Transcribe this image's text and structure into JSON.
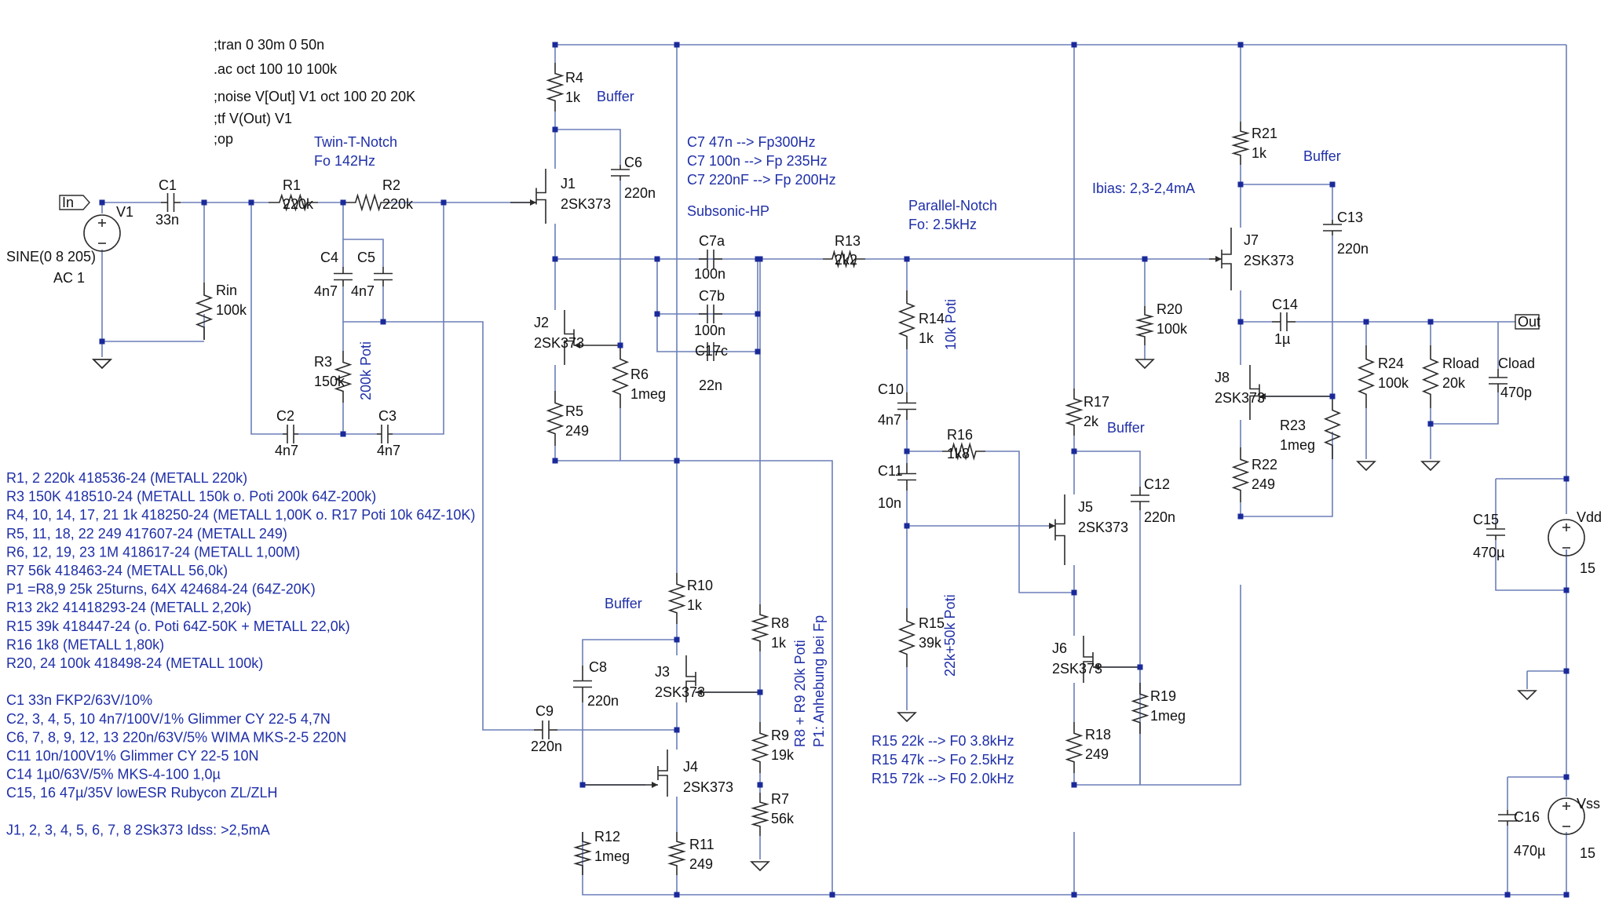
{
  "directives": [
    ";tran 0 30m 0 50n",
    ".ac oct 100 10 100k",
    ";noise V[Out] V1 oct 100 20 20K",
    ";tf V(Out) V1",
    ";op"
  ],
  "ports": {
    "in": "In",
    "out": "Out"
  },
  "sources": {
    "v1": {
      "name": "V1",
      "spec1": "SINE(0 8 205)",
      "spec2": "AC 1"
    },
    "vdd": {
      "name": "Vdd",
      "value": "15"
    },
    "vss": {
      "name": "Vss",
      "value": "15"
    }
  },
  "resistors": {
    "r1": {
      "name": "R1",
      "value": "220k"
    },
    "r2": {
      "name": "R2",
      "value": "220k"
    },
    "rin": {
      "name": "Rin",
      "value": "100k"
    },
    "r3": {
      "name": "R3",
      "value": "150k"
    },
    "r4": {
      "name": "R4",
      "value": "1k"
    },
    "r5": {
      "name": "R5",
      "value": "249"
    },
    "r6": {
      "name": "R6",
      "value": "1meg"
    },
    "r7": {
      "name": "R7",
      "value": "56k"
    },
    "r8": {
      "name": "R8",
      "value": "1k"
    },
    "r9": {
      "name": "R9",
      "value": "19k"
    },
    "r10": {
      "name": "R10",
      "value": "1k"
    },
    "r11": {
      "name": "R11",
      "value": "249"
    },
    "r12": {
      "name": "R12",
      "value": "1meg"
    },
    "r13": {
      "name": "R13",
      "value": "2k2"
    },
    "r14": {
      "name": "R14",
      "value": "1k"
    },
    "r15": {
      "name": "R15",
      "value": "39k"
    },
    "r16": {
      "name": "R16",
      "value": "1k8"
    },
    "r17": {
      "name": "R17",
      "value": "2k"
    },
    "r18": {
      "name": "R18",
      "value": "249"
    },
    "r19": {
      "name": "R19",
      "value": "1meg"
    },
    "r20": {
      "name": "R20",
      "value": "100k"
    },
    "r21": {
      "name": "R21",
      "value": "1k"
    },
    "r22": {
      "name": "R22",
      "value": "249"
    },
    "r23": {
      "name": "R23",
      "value": "1meg"
    },
    "r24": {
      "name": "R24",
      "value": "100k"
    },
    "rload": {
      "name": "Rload",
      "value": "20k"
    }
  },
  "capacitors": {
    "c1": {
      "name": "C1",
      "value": "33n"
    },
    "c2": {
      "name": "C2",
      "value": "4n7"
    },
    "c3": {
      "name": "C3",
      "value": "4n7"
    },
    "c4": {
      "name": "C4",
      "value": "4n7"
    },
    "c5": {
      "name": "C5",
      "value": "4n7"
    },
    "c6": {
      "name": "C6",
      "value": "220n"
    },
    "c7a": {
      "name": "C7a",
      "value": "100n"
    },
    "c7b": {
      "name": "C7b",
      "value": "100n"
    },
    "c17c": {
      "name": "C17c",
      "value": "22n"
    },
    "c8": {
      "name": "C8",
      "value": "220n"
    },
    "c9": {
      "name": "C9",
      "value": "220n"
    },
    "c10": {
      "name": "C10",
      "value": "4n7"
    },
    "c11": {
      "name": "C11",
      "value": "10n"
    },
    "c12": {
      "name": "C12",
      "value": "220n"
    },
    "c13": {
      "name": "C13",
      "value": "220n"
    },
    "c14": {
      "name": "C14",
      "value": "1µ"
    },
    "c15": {
      "name": "C15",
      "value": "470µ"
    },
    "c16": {
      "name": "C16",
      "value": "470µ"
    },
    "cload": {
      "name": "Cload",
      "value": "470p"
    }
  },
  "jfets": {
    "j1": {
      "name": "J1",
      "value": "2SK373"
    },
    "j2": {
      "name": "J2",
      "value": "2SK373"
    },
    "j3": {
      "name": "J3",
      "value": "2SK373"
    },
    "j4": {
      "name": "J4",
      "value": "2SK373"
    },
    "j5": {
      "name": "J5",
      "value": "2SK373"
    },
    "j6": {
      "name": "J6",
      "value": "2SK373"
    },
    "j7": {
      "name": "J7",
      "value": "2SK373"
    },
    "j8": {
      "name": "J8",
      "value": "2SK373"
    }
  },
  "annotations": {
    "twin_t": "Twin-T-Notch",
    "twin_t_fo": "Fo 142Hz",
    "buffer": "Buffer",
    "c7_1": "C7 47n --> Fp300Hz",
    "c7_2": "C7 100n --> Fp 235Hz",
    "c7_3": "C7 220nF --> Fp 200Hz",
    "subsonic": "Subsonic-HP",
    "parallel": "Parallel-Notch",
    "parallel_fo": "Fo: 2.5kHz",
    "ibias": "Ibias: 2,3-2,4mA",
    "poti_200k": "200k Poti",
    "poti_10k": "10k Poti",
    "poti_22k": "22k+50k Poti",
    "poti_r8r9": "R8 + R9 20k Poti",
    "p1": "P1: Anhebung bei Fp",
    "r15_1": "R15 22k --> F0 3.8kHz",
    "r15_2": "R15 47k --> Fo 2.5kHz",
    "r15_3": "R15 72k --> F0 2.0kHz"
  },
  "bom": [
    "R1, 2   220k  418536-24 (METALL 220k)",
    "R3   150K  418510-24  (METALL 150k o. Poti 200k 64Z-200k)",
    "R4, 10, 14, 17, 21    1k  418250-24  (METALL 1,00K o. R17 Poti 10k 64Z-10K)",
    "R5, 11, 18, 22    249  417607-24 (METALL 249)",
    "R6, 12, 19, 23    1M  418617-24 (METALL 1,00M)",
    "R7  56k  418463-24 (METALL 56,0k)",
    "P1 =R8,9  25k  25turns, 64X   424684-24 (64Z-20K)",
    "R13  2k2  41418293-24 (METALL 2,20k)",
    "R15  39k  418447-24  (o. Poti 64Z-50K + METALL 22,0k)",
    "R16  1k8 (METALL 1,80k)",
    "R20, 24  100k  418498-24 (METALL 100k)",
    "",
    "C1  33n FKP2/63V/10%",
    "C2, 3, 4, 5, 10   4n7/100V/1%  Glimmer  CY 22-5 4,7N",
    "C6, 7, 8, 9, 12, 13   220n/63V/5%  WIMA MKS-2-5 220N",
    "C11  10n/100V1% Glimmer  CY 22-5 10N",
    "C14  1µ0/63V/5%  MKS-4-100 1,0µ",
    "C15, 16   47µ/35V lowESR Rubycon ZL/ZLH",
    "",
    "J1, 2, 3, 4, 5, 6, 7, 8    2Sk373  Idss: >2,5mA"
  ],
  "colors": {
    "wire": "#6b7fb8",
    "component": "#2c2c2c",
    "junction": "#1a2a9a",
    "annotation": "#1f2fa8"
  }
}
